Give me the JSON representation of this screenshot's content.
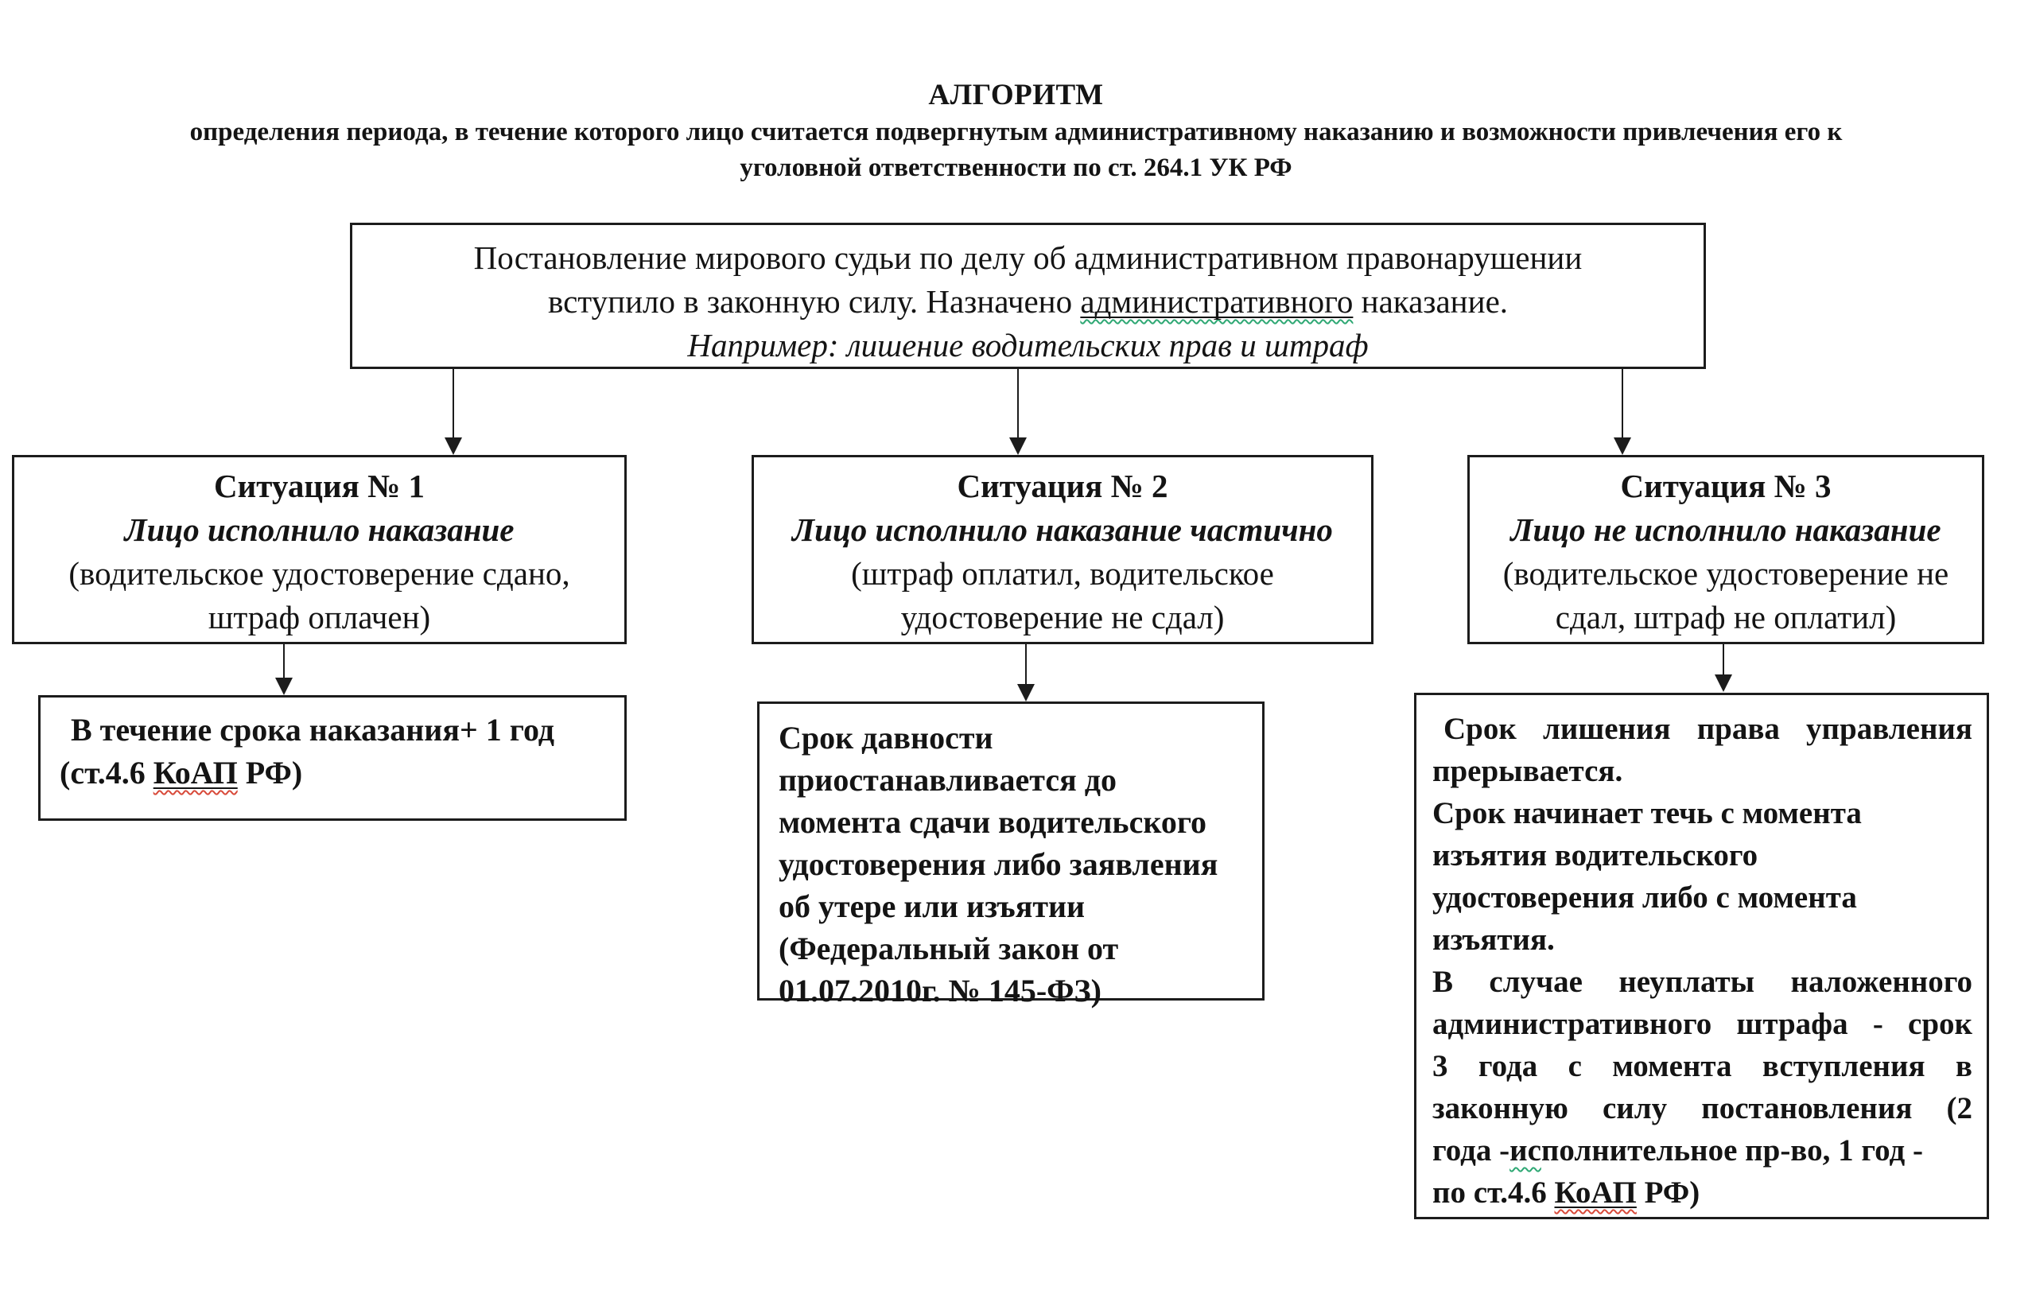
{
  "colors": {
    "ink": "#141414",
    "squiggle-green": "#2fa874",
    "squiggle-red": "#d84a3a"
  },
  "title": {
    "line1": "АЛГОРИТМ",
    "line2": "определения периода, в течение которого лицо считается подвергнутым административному наказанию и возможности привлечения его к",
    "line3": "уголовной ответственности по ст. 264.1 УК РФ"
  },
  "top_box": {
    "line1": "Постановление мирового судьи по делу об административном правонарушении",
    "line2_pre": "вступило в законную силу. Назначено ",
    "line2_flagged": "административного",
    "line2_post": " наказание.",
    "line3": "Например: лишение водительских прав и штраф"
  },
  "situations": [
    {
      "header": "Ситуация № 1",
      "subheader": "Лицо исполнило наказание",
      "detail_line1": "(водительское удостоверение сдано,",
      "detail_line2": "штраф оплачен)"
    },
    {
      "header": "Ситуация № 2",
      "subheader": "Лицо исполнило наказание частично",
      "detail_line1": "(штраф оплатил, водительское",
      "detail_line2": "удостоверение не сдал)"
    },
    {
      "header": "Ситуация № 3",
      "subheader": "Лицо не исполнило наказание",
      "detail_line1": "(водительское удостоверение не",
      "detail_line2": "сдал, штраф не оплатил)"
    }
  ],
  "results": {
    "r1": {
      "line1": "В течение срока наказания+ 1 год",
      "line2_pre": "(ст.4.6 ",
      "line2_flagged": "КоАП",
      "line2_post": " РФ)"
    },
    "r2": {
      "lines": [
        "Срок давности",
        "приостанавливается до",
        "момента сдачи водительского",
        "удостоверения либо заявления",
        "об утере или изъятии",
        "(Федеральный закон от",
        "01.07.2010г. № 145-ФЗ)"
      ]
    },
    "r3": {
      "lines": [
        "Срок лишения права управления",
        "прерывается.",
        "Срок начинает течь с момента",
        "изъятия водительского",
        "удостоверения либо с момента",
        "изъятия.",
        "В случае неуплаты наложенного",
        "административного штрафа - срок",
        "3 года с момента вступления в",
        "законную силу постановления (2"
      ],
      "line11_pre": "года -",
      "line11_flagged": "ис",
      "line11_post": "полнительное пр-во, 1 год -",
      "line12_pre": "по ст.4.6 ",
      "line12_flagged": "КоАП",
      "line12_post": " РФ)"
    }
  }
}
